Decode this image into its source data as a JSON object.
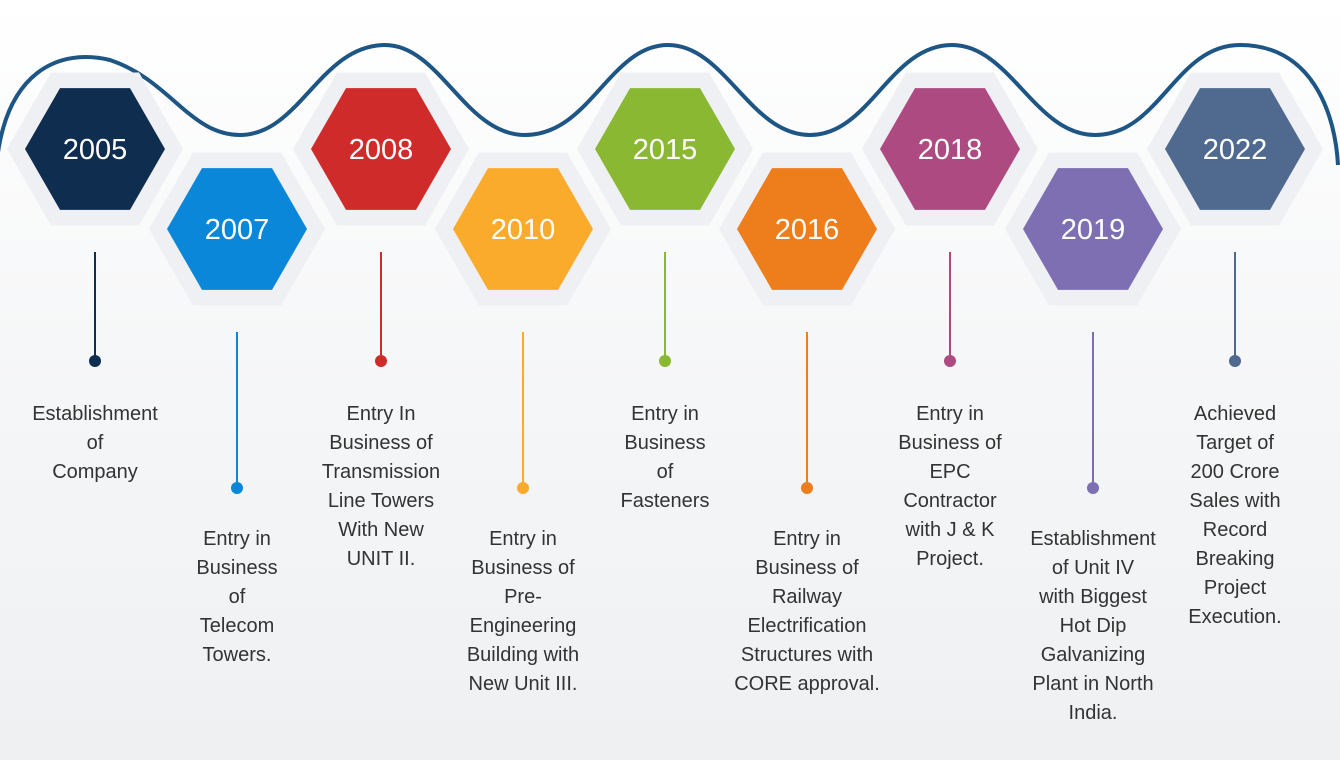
{
  "milestones": [
    {
      "year": "2005",
      "color": "#0f2d4f",
      "text": "Establishment\nof\nCompany"
    },
    {
      "year": "2007",
      "color": "#0a87d9",
      "text": "Entry in\nBusiness\nof\nTelecom\nTowers."
    },
    {
      "year": "2008",
      "color": "#d02b2b",
      "text": "Entry In\nBusiness of\nTransmission\nLine Towers\nWith New\nUNIT II."
    },
    {
      "year": "2010",
      "color": "#fbab2c",
      "text": "Entry in\nBusiness of\nPre-\nEngineering\nBuilding with\nNew Unit III."
    },
    {
      "year": "2015",
      "color": "#8ab833",
      "text": "Entry in\nBusiness\nof\nFasteners"
    },
    {
      "year": "2016",
      "color": "#ee7d1c",
      "text": "Entry in\nBusiness of\nRailway\nElectrification\nStructures with\nCORE approval."
    },
    {
      "year": "2018",
      "color": "#ae4a82",
      "text": "Entry in\nBusiness of\nEPC\nContractor\nwith   J & K\nProject."
    },
    {
      "year": "2019",
      "color": "#7d6fb2",
      "text": "Establishment\nof Unit IV\nwith Biggest\nHot Dip\nGalvanizing\nPlant in North\nIndia."
    },
    {
      "year": "2022",
      "color": "#4f6a8e",
      "text": "Achieved\nTarget of\n200 Crore\nSales with\nRecord\nBreaking\nProject\nExecution."
    }
  ],
  "wave_color": "#1d5585"
}
